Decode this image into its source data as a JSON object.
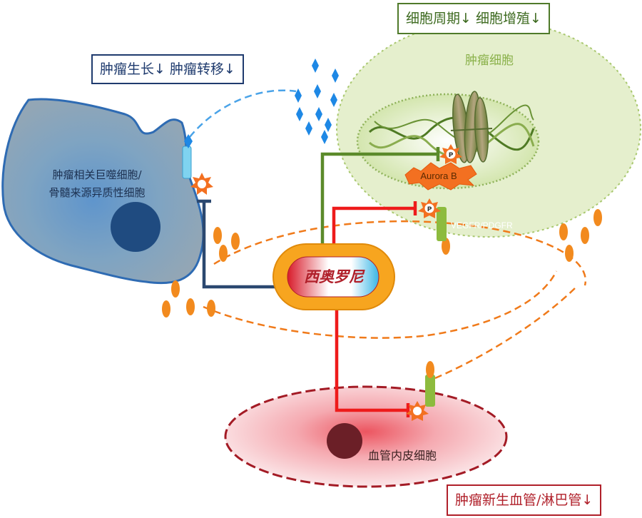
{
  "outcome_boxes": {
    "tam": "肿瘤生长↓ 肿瘤转移↓",
    "tumor": "细胞周期↓ 细胞增殖↓",
    "endothelial": "肿瘤新生血管/淋巴管↓"
  },
  "cells": {
    "macrophage": {
      "label_line1": "肿瘤相关巨噬细胞/",
      "label_line2": "骨髓来源异质性细胞"
    },
    "tumor": {
      "label": "肿瘤细胞"
    },
    "endothelial": {
      "label": "血管内皮细胞"
    }
  },
  "drug": {
    "label": "西奥罗尼"
  },
  "markers": {
    "aurora_b": "Aurora B",
    "phospho": "P",
    "receptor": "VEGFR/PDGFR"
  },
  "colors": {
    "macrophage_fill": "#8aa1b6",
    "macrophage_border": "#3a6fb0",
    "nucleus": "#1d4a7c",
    "tumor_cell": "#e3eec9",
    "tumor_nucleus": "#c9df98",
    "endothelial": "#f6cfd3",
    "endothelial_nucleus": "#6b1a22",
    "drug_capsule": "#f7a51f",
    "inhibit_red": "#ee1b1b",
    "inhibit_green": "#5b8a2a",
    "inhibit_navy": "#2b4870",
    "ligand_orange": "#f28a1e",
    "ligand_blue": "#1e88e5"
  }
}
